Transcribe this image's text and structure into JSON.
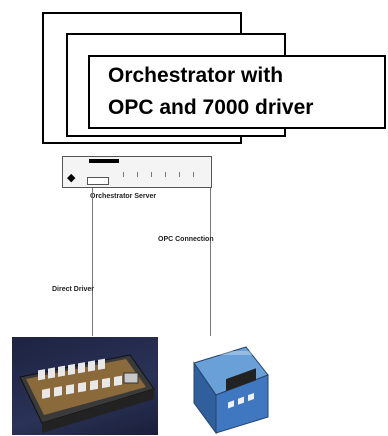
{
  "diagram": {
    "title_lines": [
      "Orchestrator with",
      "OPC and 7000 driver"
    ],
    "server_label": "Orchestrator Server",
    "opc_label": "OPC Connection",
    "direct_label": "Direct Driver"
  }
}
